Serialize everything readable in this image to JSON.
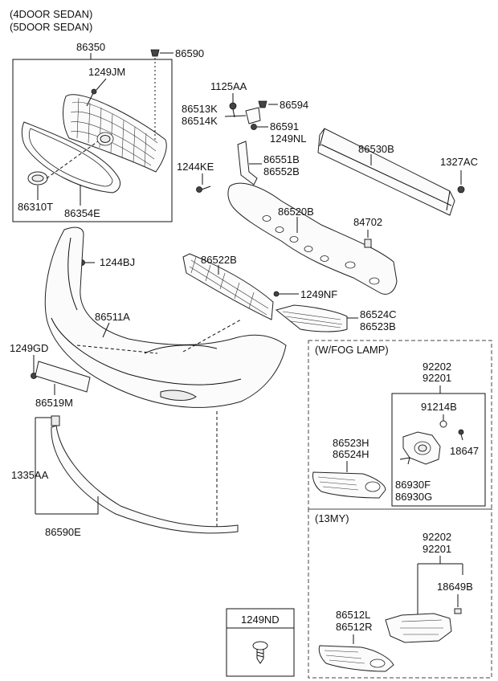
{
  "header": {
    "line1": "(4DOOR SEDAN)",
    "line2": "(5DOOR SEDAN)"
  },
  "sections": {
    "fog_lamp": "(W/FOG LAMP)",
    "my13": "(13MY)"
  },
  "labels": {
    "p86350": "86350",
    "p86590": "86590",
    "p1249JM": "1249JM",
    "p86310T": "86310T",
    "p86354E": "86354E",
    "p1125AA": "1125AA",
    "p86513K": "86513K",
    "p86514K": "86514K",
    "p86594": "86594",
    "p86591": "86591",
    "p1249NL": "1249NL",
    "p86530B": "86530B",
    "p1327AC": "1327AC",
    "p1244KE": "1244KE",
    "p86551B": "86551B",
    "p86552B": "86552B",
    "p86520B": "86520B",
    "p84702": "84702",
    "p1244BJ": "1244BJ",
    "p86522B": "86522B",
    "p1249NF": "1249NF",
    "p86511A": "86511A",
    "p86524C": "86524C",
    "p86523B": "86523B",
    "p1249GD": "1249GD",
    "p86519M": "86519M",
    "p1335AA": "1335AA",
    "p86590E": "86590E",
    "f92202": "92202",
    "f92201": "92201",
    "f91214B": "91214B",
    "f18647": "18647",
    "f86523H": "86523H",
    "f86524H": "86524H",
    "f86930F": "86930F",
    "f86930G": "86930G",
    "m92202": "92202",
    "m92201": "92201",
    "m18649B": "18649B",
    "m86512L": "86512L",
    "m86512R": "86512R",
    "p1249ND": "1249ND"
  }
}
